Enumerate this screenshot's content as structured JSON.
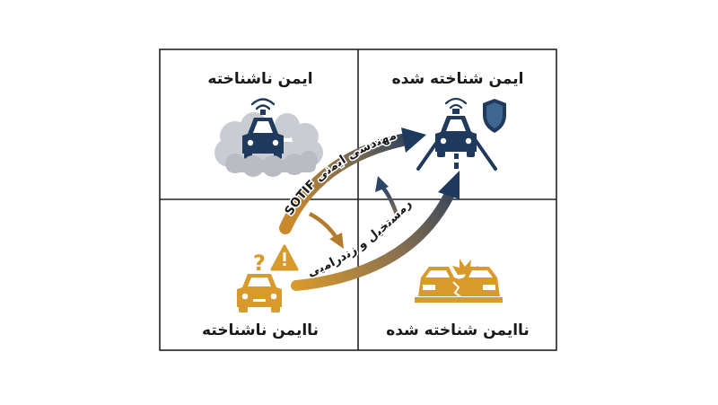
{
  "quadrants": {
    "top_left": {
      "label": "ایمن ناشناخته"
    },
    "top_right": {
      "label": "ایمن شناخته شده"
    },
    "bottom_left": {
      "label": "ناایمن ناشناخته"
    },
    "bottom_right": {
      "label": "ناایمن شناخته شده"
    }
  },
  "arrows": {
    "upper": {
      "label": "SOTIF مهندسی ایمنی"
    },
    "lower": {
      "label": "درمستخیل و زندرامیی"
    }
  },
  "icons": {
    "top_left": "car-in-fog-icon",
    "top_right": "car-with-shield-icon",
    "bottom_left": "car-question-warning-icon",
    "bottom_right": "car-crash-icon"
  },
  "colors": {
    "navy": "#1f3a5c",
    "gold": "#d89a2b",
    "fog": "#c9ccd2",
    "grid": "#222222"
  }
}
